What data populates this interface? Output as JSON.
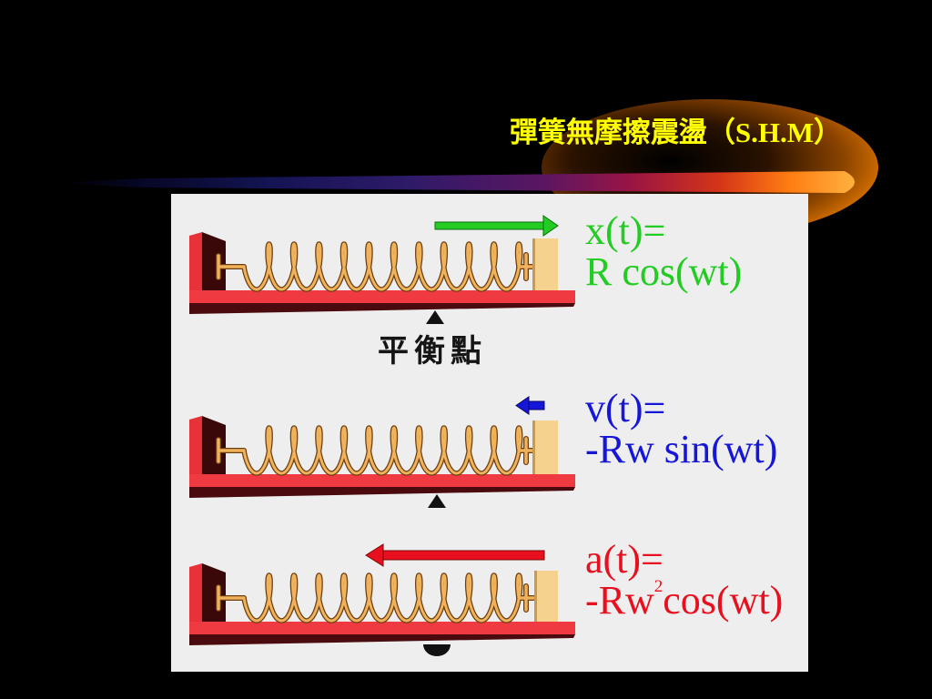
{
  "slide": {
    "title": "彈簧無摩擦震盪（S.H.M）",
    "title_color": "#ffff00",
    "background_color": "#000000"
  },
  "diagram": {
    "equilibrium_label": "平衡點",
    "rows": [
      {
        "label": "x(t)=",
        "formula": "R cos(wt)",
        "color": "#22cc22",
        "arrow_icon": "arrow-right-icon"
      },
      {
        "label": "v(t)=",
        "formula": "-Rw sin(wt)",
        "color": "#1616d8",
        "arrow_icon": "arrow-left-icon"
      },
      {
        "label": "a(t)=",
        "formula_base": "-Rw",
        "formula_exponent": "2",
        "formula_rest": "cos(wt)",
        "color": "#e8101e",
        "arrow_icon": "arrow-left-icon"
      }
    ]
  }
}
